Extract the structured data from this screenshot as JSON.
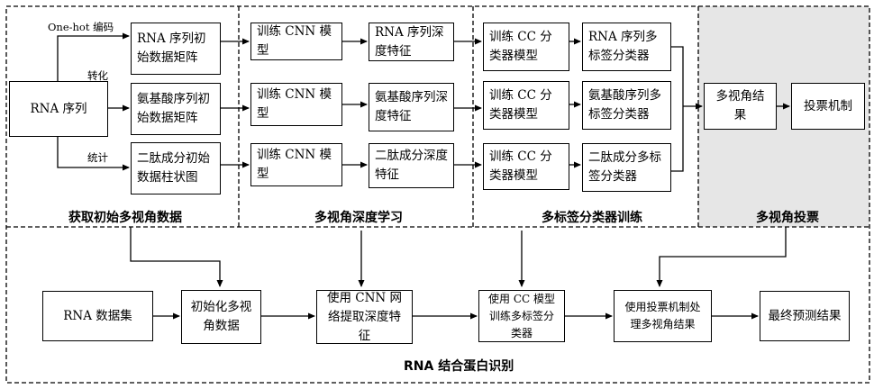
{
  "sections": {
    "s1": "获取初始多视角数据",
    "s2": "多视角深度学习",
    "s3": "多标签分类器训练",
    "s4": "多视角投票",
    "bottom": "RNA 结合蛋白识别"
  },
  "branch_labels": {
    "onehot": "One-hot 编码",
    "convert": "转化",
    "stat": "统计"
  },
  "nodes": {
    "rna_seq": "RNA 序列",
    "init1": "RNA 序列初始数据矩阵",
    "init2": "氨基酸序列初始数据矩阵",
    "init3": "二肽成分初始数据柱状图",
    "cnn1": "训练 CNN 模型",
    "cnn2": "训练 CNN 模型",
    "cnn3": "训练 CNN 模型",
    "feat1": "RNA 序列深度特征",
    "feat2": "氨基酸序列深度特征",
    "feat3": "二肽成分深度特征",
    "cc1": "训练 CC 分类器模型",
    "cc2": "训练 CC 分类器模型",
    "cc3": "训练 CC 分类器模型",
    "ml1": "RNA 序列多标签分类器",
    "ml2": "氨基酸序列多标签分类器",
    "ml3": "二肽成分多标签分类器",
    "mv_result": "多视角结果",
    "vote": "投票机制",
    "dataset": "RNA 数据集",
    "init_mv": "初始化多视角数据",
    "cnn_feat": "使用 CNN 网络提取深度特征",
    "cc_train": "使用 CC 模型训练多标签分类器",
    "vote_proc": "使用投票机制处理多视角结果",
    "final": "最终预测结果"
  }
}
